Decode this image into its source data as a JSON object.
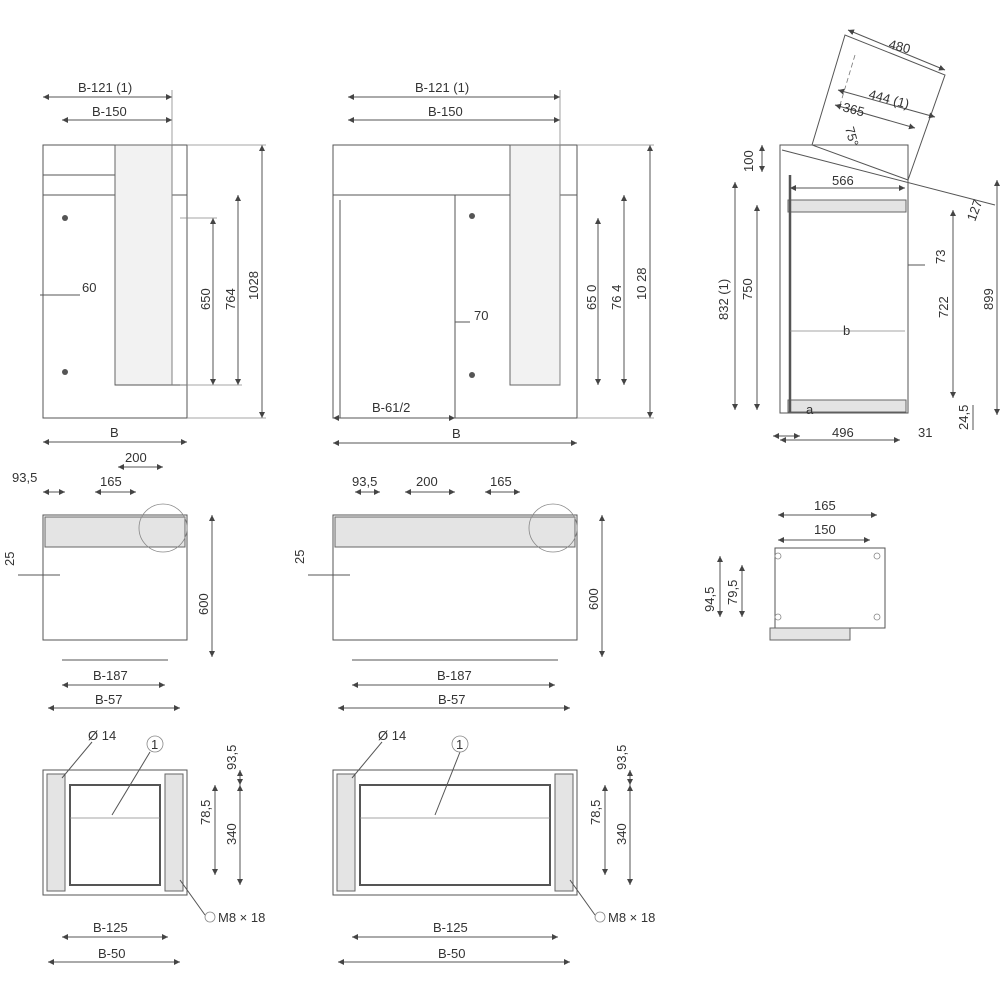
{
  "front_single": {
    "b121": "B-121 (1)",
    "b150": "B-150",
    "d650": "650",
    "d764": "764",
    "d1028": "1028",
    "d60": "60",
    "b": "B"
  },
  "front_double": {
    "b121": "B-121 (1)",
    "b150": "B-150",
    "d650": "65 0",
    "d764": "76 4",
    "d1028": "10 28",
    "d70": "70",
    "b61": "B-61/2",
    "b": "B"
  },
  "side": {
    "d480": "480",
    "d444": "444 (1)",
    "d365": "365",
    "angle": "75°",
    "d100": "100",
    "d566": "566",
    "d127": "127",
    "d73": "73",
    "d832": "832 (1)",
    "d750": "750",
    "d722": "722",
    "d899": "899",
    "b": "b",
    "a": "a",
    "d496": "496",
    "d31": "31",
    "d245": "24,5"
  },
  "plan_single": {
    "d935": "93,5",
    "d200": "200",
    "d165": "165",
    "d25": "25",
    "d600": "600",
    "b187": "B-187",
    "b57": "B-57"
  },
  "plan_double": {
    "d935": "93,5",
    "d200": "200",
    "d165": "165",
    "d25": "25",
    "d600": "600",
    "b187": "B-187",
    "b57": "B-57"
  },
  "detail": {
    "d165": "165",
    "d150": "150",
    "d945": "94,5",
    "d795": "79,5"
  },
  "base_single": {
    "dia": "Ø 14",
    "ref": "1",
    "d935": "93,5",
    "d785": "78,5",
    "d340": "340",
    "screw": "M8 × 18",
    "b125": "B-125",
    "b50": "B-50"
  },
  "base_double": {
    "dia": "Ø 14",
    "ref": "1",
    "d935": "93,5",
    "d785": "78,5",
    "d340": "340",
    "screw": "M8 × 18",
    "b125": "B-125",
    "b50": "B-50"
  }
}
